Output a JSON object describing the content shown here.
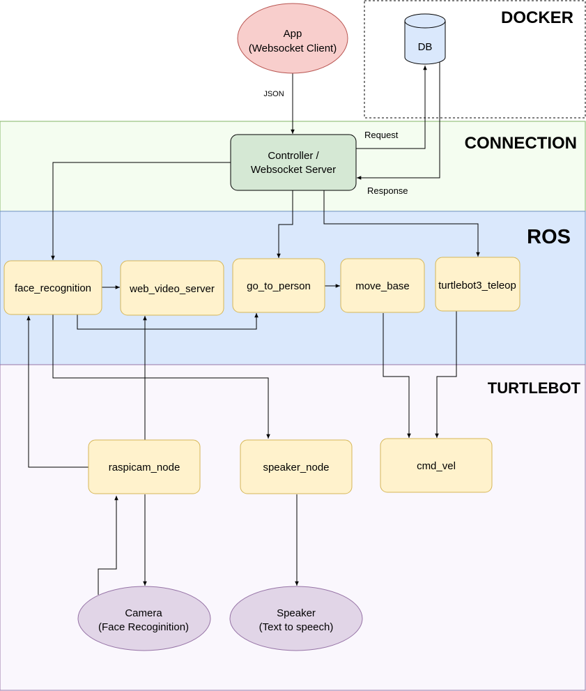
{
  "regions": {
    "docker": "DOCKER",
    "connection": "CONNECTION",
    "ros": "ROS",
    "turtlebot": "TURTLEBOT"
  },
  "nodes": {
    "app": {
      "line1": "App",
      "line2": "(Websocket Client)"
    },
    "db": "DB",
    "controller": {
      "line1": "Controller /",
      "line2": "Websocket Server"
    },
    "face_recognition": "face_recognition",
    "web_video_server": "web_video_server",
    "go_to_person": "go_to_person",
    "move_base": "move_base",
    "turtlebot3_teleop": "turtlebot3_teleop",
    "raspicam_node": "raspicam_node",
    "speaker_node": "speaker_node",
    "cmd_vel": "cmd_vel",
    "camera": {
      "line1": "Camera",
      "line2": "(Face Recoginition)"
    },
    "speaker": {
      "line1": "Speaker",
      "line2": "(Text to speech)"
    }
  },
  "edge_labels": {
    "json": "JSON",
    "request": "Request",
    "response": "Response"
  },
  "colors": {
    "connection_fill": "#f4fdf0",
    "connection_stroke": "#82b366",
    "ros_fill": "#dae8fc",
    "ros_stroke": "#6c8ebf",
    "turtlebot_fill": "#faf7fd",
    "turtlebot_stroke": "#9673a6",
    "app_fill": "#f8cecc",
    "app_stroke": "#b85450",
    "db_fill": "#dae8fc",
    "controller_fill": "#d5e8d4",
    "node_fill": "#fff2cc",
    "node_stroke": "#d6b656",
    "device_fill": "#e1d5e7"
  }
}
